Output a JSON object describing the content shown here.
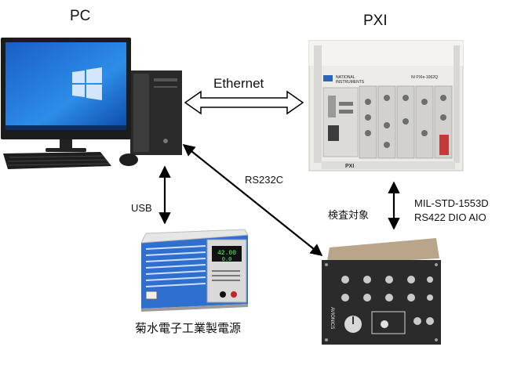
{
  "nodes": {
    "pc": {
      "title": "PC"
    },
    "pxi": {
      "title": "PXI",
      "brand_lines": [
        "NATIONAL",
        "INSTRUMENTS"
      ],
      "model": "NI PXIe-1062Q",
      "slot_label": "PXI"
    },
    "power_supply": {
      "caption": "菊水電子工業製電源",
      "display_top": "42.00",
      "display_bottom": "0.0"
    },
    "avionics_unit": {
      "side_text": "AVIONICS"
    }
  },
  "links": {
    "ethernet": "Ethernet",
    "usb": "USB",
    "rs232c": "RS232C",
    "target": "検査対象",
    "bus_line1": "MIL-STD-1553D",
    "bus_line2": "RS422 DIO AIO"
  },
  "colors": {
    "psu_blue": "#2f6fd0",
    "avionics_body": "#2b2b2b",
    "avionics_tan": "#b8a58a",
    "pxi_chassis": "#e9e9e7",
    "monitor_screen": "#1f73d8"
  }
}
